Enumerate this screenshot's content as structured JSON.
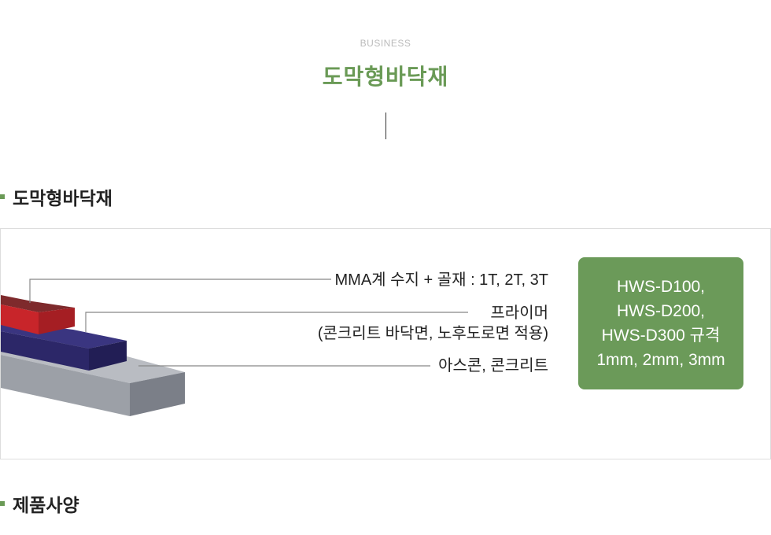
{
  "header": {
    "eyebrow": "BUSINESS",
    "title": "도막형바닥재"
  },
  "section1": {
    "heading": "도막형바닥재",
    "callouts": {
      "top_layer": "MMA계 수지 + 골재 : 1T, 2T, 3T",
      "primer_line1": "프라이머",
      "primer_line2": "(콘크리트 바닥면, 노후도로면 적용)",
      "base": "아스콘, 콘크리트"
    },
    "spec_box": {
      "lines": [
        "HWS-D100,",
        "HWS-D200,",
        "HWS-D300 규격",
        "1mm, 2mm, 3mm"
      ]
    }
  },
  "section2": {
    "heading": "제품사양"
  },
  "colors": {
    "accent": "#6a9a56",
    "spec_box": "#6b9a59",
    "top_layer": "#c8252a",
    "primer_layer": "#2c2768",
    "base_layer": "#9da1a8"
  }
}
